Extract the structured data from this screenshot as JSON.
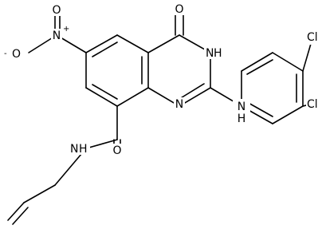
{
  "labels": {
    "nitro_n": "N",
    "nitro_plus": "+",
    "nitro_o_top": "O",
    "nitro_o_minus_o": "O",
    "nitro_minus": "-",
    "carbonyl_o": "O",
    "n3h": "N",
    "n3h_h": "H",
    "n1": "N",
    "amine_n": "N",
    "amine_h": "H",
    "cl_upper": "Cl",
    "cl_lower": "Cl",
    "amide_o": "O",
    "amide_n": "N",
    "amide_h": "H"
  }
}
